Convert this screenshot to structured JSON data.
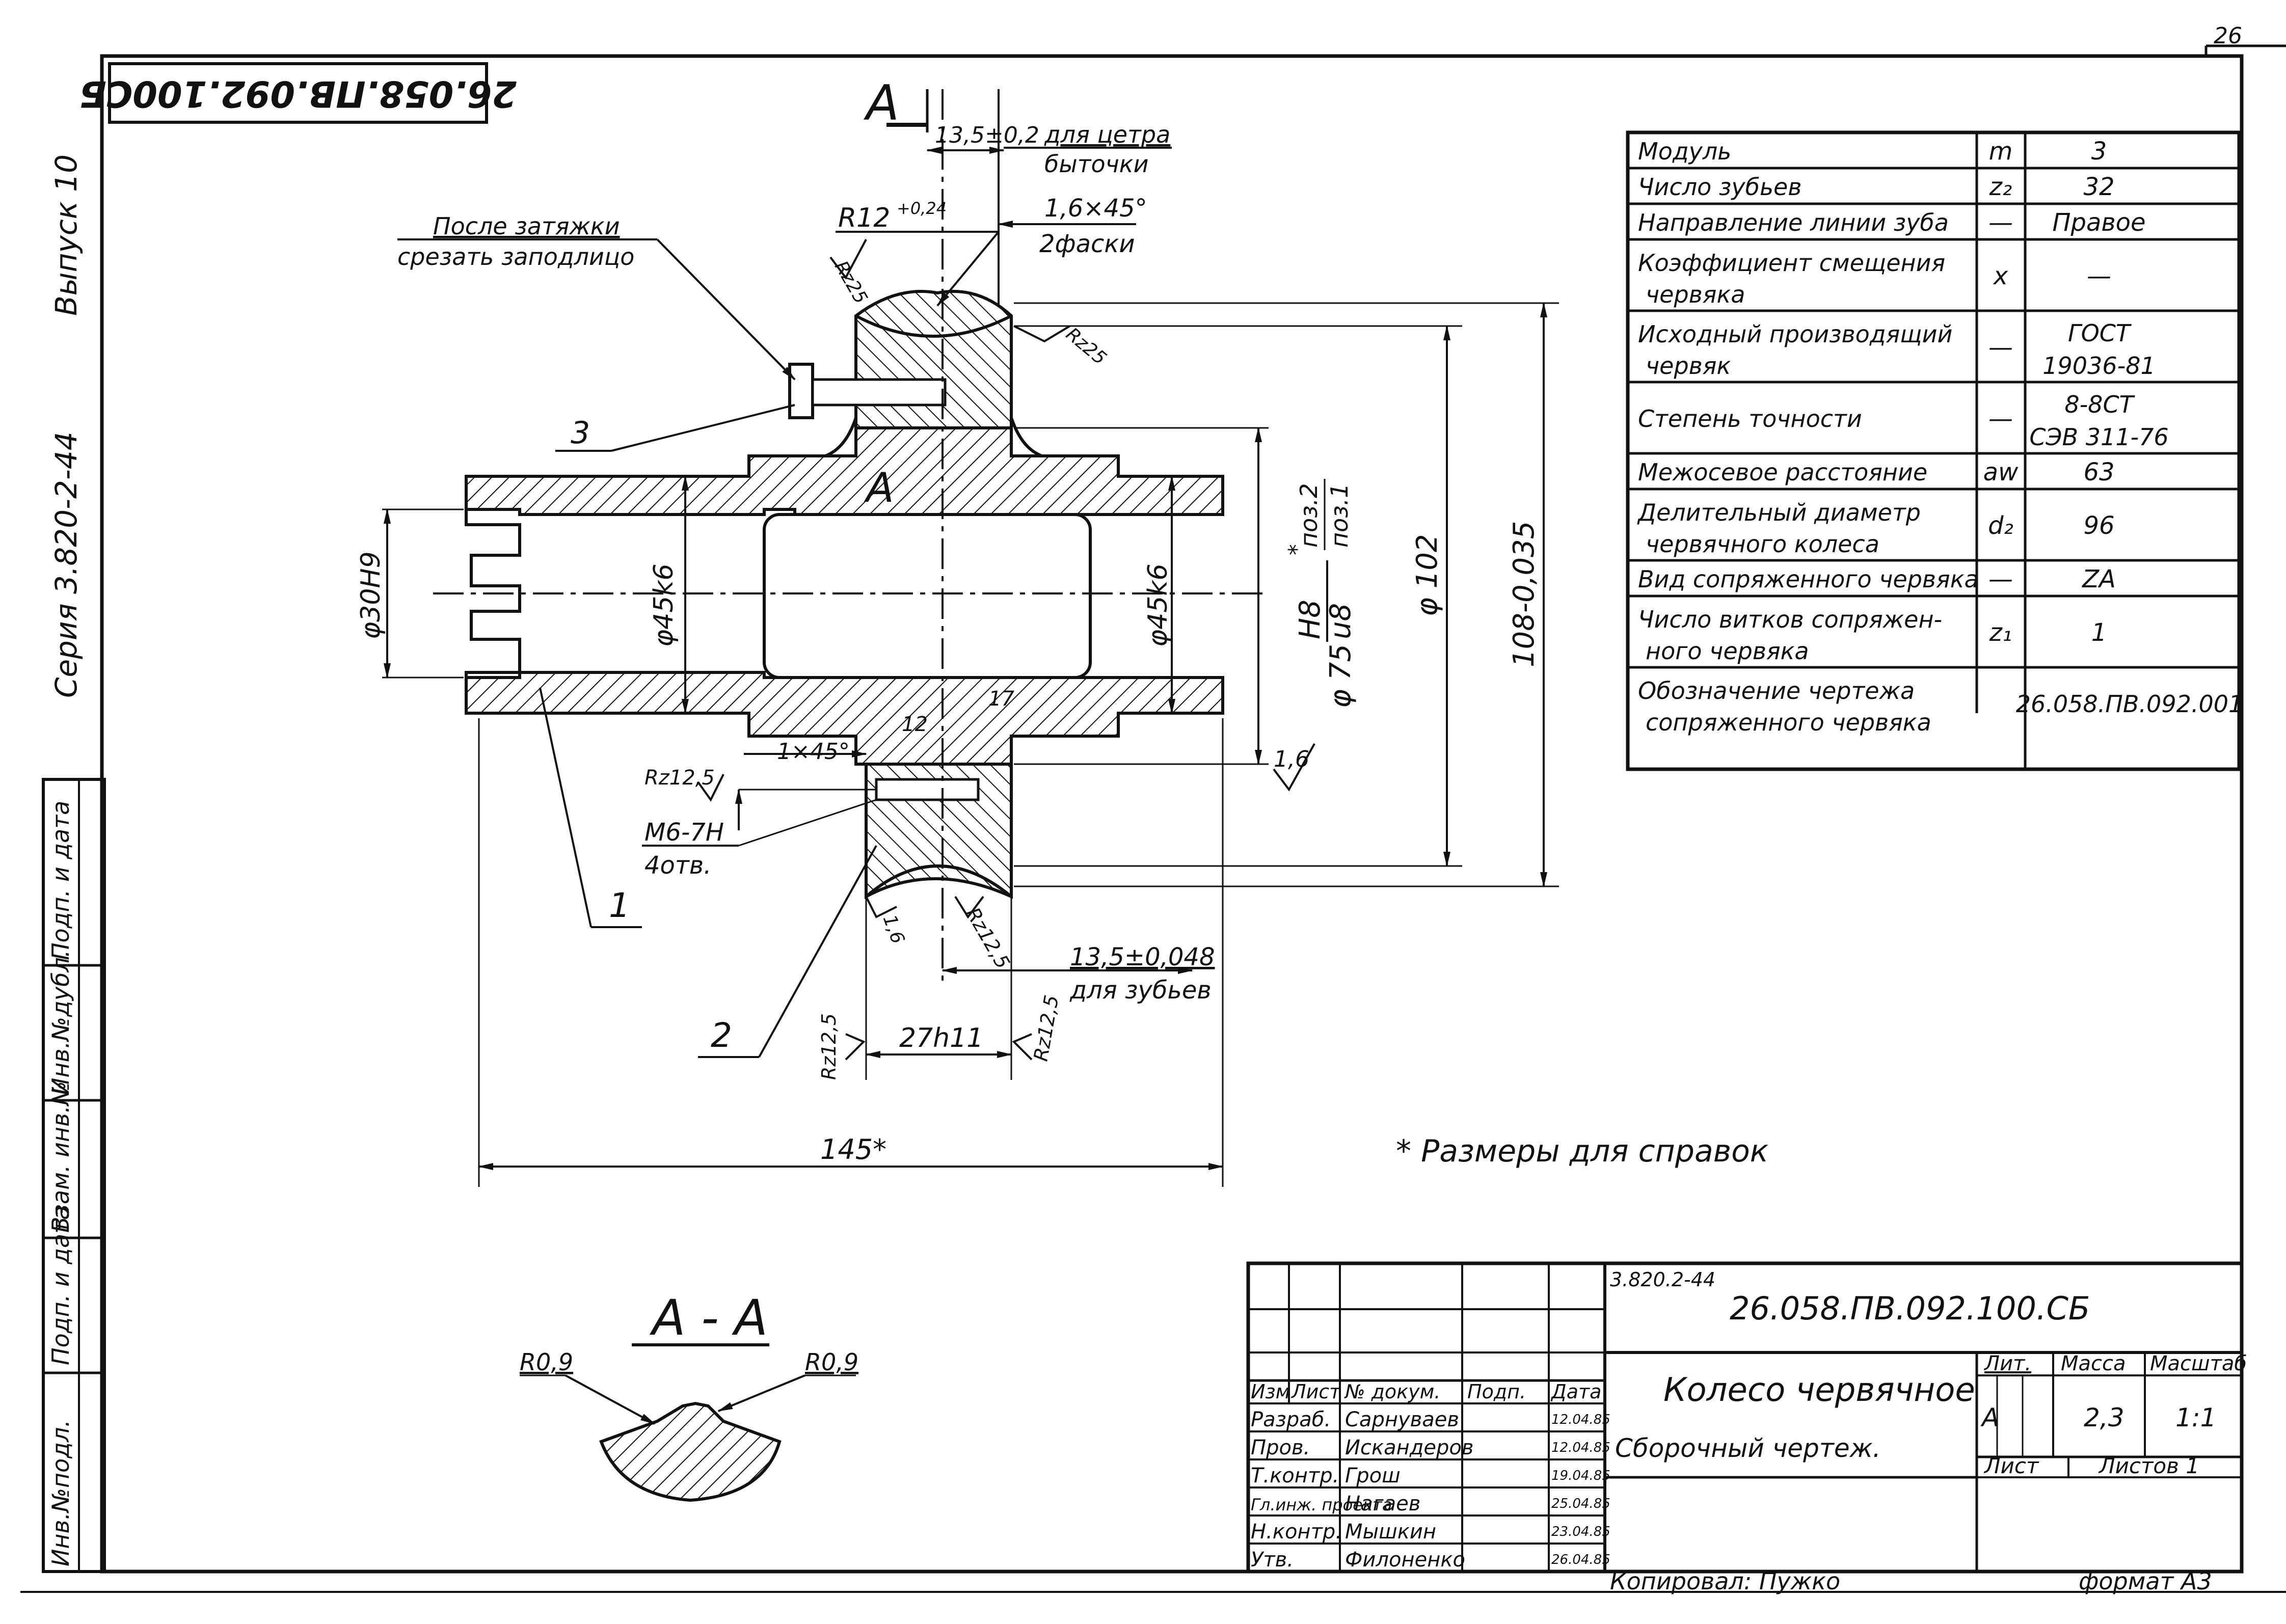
{
  "page": {
    "sheet_corner": "26"
  },
  "side_margin": {
    "vypusk": "Выпуск 10",
    "seriya": "Серия 3.820-2-44",
    "cols": [
      "Инв.№подл.",
      "Подп. и дата",
      "Взам. инв.№",
      "Инв.№дубл.",
      "Подп. и дата"
    ]
  },
  "stamp_rotated": "26.058.ПВ.092.100СБ",
  "drawing": {
    "section_letter": "A",
    "dim_135_02": "13,5±0,2",
    "note_center_1": "для цетра",
    "note_center_2": "быточки",
    "r12": "R12",
    "r12_tol": "+0,24",
    "chamfer_16": "1,6×45°",
    "chamfer_2": "2фаски",
    "rz25_a": "Rz25",
    "rz25_b": "Rz25",
    "note_cut_1": "После затяжки",
    "note_cut_2": "срезать заподлицо",
    "pos3": "3",
    "label_A_body": "A",
    "phi30": "φ30H9",
    "phi45_left": "φ45k6",
    "phi45_right": "φ45k6",
    "phi75": "φ 75",
    "fit_top": "H8",
    "fit_bottom": "u8",
    "fit_pos_top": "поз.2",
    "fit_pos_bottom": "поз.1",
    "fit_star": "*",
    "phi102": "φ 102",
    "dim108": "108-0,035",
    "ang12": "12",
    "ang17": "17",
    "chamfer_1": "1×45°",
    "rz125_a": "Rz12,5",
    "thread": "M6-7H",
    "holes": "4отв.",
    "pos1": "1",
    "rough16": "1,6",
    "rough16_b": "1,6",
    "rz125_b": "Rz12,5",
    "dim_135_048": "13,5±0,048",
    "note_teeth": "для зубьев",
    "pos2": "2",
    "rz125_c": "Rz12,5",
    "dim27": "27h11",
    "rz125_d": "Rz12,5",
    "dim145": "145*",
    "ref_note": "* Размеры для справок",
    "section_title": "A - A",
    "r09_left": "R0,9",
    "r09_right": "R0,9"
  },
  "params_table": {
    "rows": [
      {
        "name": "Модуль",
        "sym": "m",
        "val": "3"
      },
      {
        "name": "Число зубьев",
        "sym": "z₂",
        "val": "32"
      },
      {
        "name": "Направление линии зуба",
        "sym": "—",
        "val": "Правое"
      },
      {
        "name": "Коэффициент смещения",
        "name2": "червяка",
        "sym": "x",
        "val": "—"
      },
      {
        "name": "Исходный производящий",
        "name2": "червяк",
        "sym": "—",
        "val": "ГОСТ",
        "val2": "19036-81"
      },
      {
        "name": "Степень точности",
        "sym": "—",
        "val": "8-8СТ",
        "val2": "СЭВ 311-76"
      },
      {
        "name": "Межосевое расстояние",
        "sym": "aw",
        "val": "63"
      },
      {
        "name": "Делительный диаметр",
        "name2": "червячного колеса",
        "sym": "d₂",
        "val": "96"
      },
      {
        "name": "Вид сопряженного червяка",
        "sym": "—",
        "val": "ZA"
      },
      {
        "name": "Число витков сопряжен-",
        "name2": "ного червяка",
        "sym": "z₁",
        "val": "1"
      },
      {
        "name": "Обозначение чертежа",
        "name2": "сопряженного червяка",
        "sym": "",
        "val": "26.058.ПВ.092.001"
      }
    ]
  },
  "title_block": {
    "series_ref": "3.820.2-44",
    "code": "26.058.ПВ.092.100.СБ",
    "name": "Колесо червячное",
    "doc_type": "Сборочный чертеж.",
    "lit_label": "Лит.",
    "mass_label": "Масса",
    "scale_label": "Масштаб",
    "lit": "А",
    "mass": "2,3",
    "scale": "1:1",
    "sheet_label": "Лист",
    "sheets_label": "Листов 1",
    "headers": [
      "Изм",
      "Лист",
      "№ докум.",
      "Подп.",
      "Дата"
    ],
    "people": [
      {
        "role": "Разраб.",
        "name": "Сарнуваев",
        "date": "12.04.85"
      },
      {
        "role": "Пров.",
        "name": "Искандеров",
        "date": "12.04.85"
      },
      {
        "role": "Т.контр.",
        "name": "Грош",
        "date": "19.04.85"
      },
      {
        "role": "Гл.инж. проекта",
        "name": "Нагаев",
        "date": "25.04.85"
      },
      {
        "role": "Н.контр.",
        "name": "Мышкин",
        "date": "23.04.85"
      },
      {
        "role": "Утв.",
        "name": "Филоненко",
        "date": "26.04.85"
      }
    ],
    "copied": "Копировал: Пужко",
    "format": "формат А3"
  }
}
